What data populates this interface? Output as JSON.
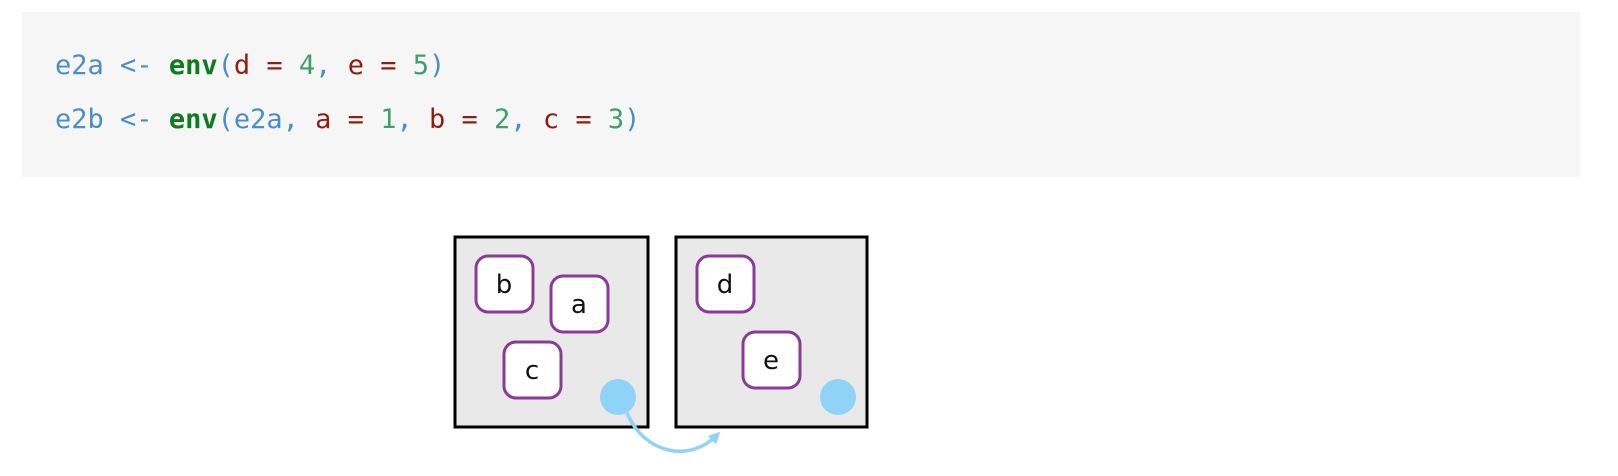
{
  "code": {
    "lines": [
      [
        {
          "t": "e2a",
          "k": "var"
        },
        {
          "t": " <- ",
          "k": "op"
        },
        {
          "t": "env",
          "k": "fn"
        },
        {
          "t": "(",
          "k": "punc"
        },
        {
          "t": "d",
          "k": "arg"
        },
        {
          "t": " = ",
          "k": "arg"
        },
        {
          "t": "4",
          "k": "num"
        },
        {
          "t": ", ",
          "k": "punc"
        },
        {
          "t": "e",
          "k": "arg"
        },
        {
          "t": " = ",
          "k": "arg"
        },
        {
          "t": "5",
          "k": "num"
        },
        {
          "t": ")",
          "k": "punc"
        }
      ],
      [
        {
          "t": "e2b",
          "k": "var"
        },
        {
          "t": " <- ",
          "k": "op"
        },
        {
          "t": "env",
          "k": "fn"
        },
        {
          "t": "(",
          "k": "punc"
        },
        {
          "t": "e2a",
          "k": "var"
        },
        {
          "t": ", ",
          "k": "punc"
        },
        {
          "t": "a",
          "k": "arg"
        },
        {
          "t": " = ",
          "k": "arg"
        },
        {
          "t": "1",
          "k": "num"
        },
        {
          "t": ", ",
          "k": "punc"
        },
        {
          "t": "b",
          "k": "arg"
        },
        {
          "t": " = ",
          "k": "arg"
        },
        {
          "t": "2",
          "k": "num"
        },
        {
          "t": ", ",
          "k": "punc"
        },
        {
          "t": "c",
          "k": "arg"
        },
        {
          "t": " = ",
          "k": "arg"
        },
        {
          "t": "3",
          "k": "num"
        },
        {
          "t": ")",
          "k": "punc"
        }
      ]
    ]
  },
  "diagram": {
    "environments": [
      {
        "id": "e2b",
        "bindings": [
          "b",
          "a",
          "c"
        ]
      },
      {
        "id": "e2a",
        "bindings": [
          "d",
          "e"
        ]
      }
    ],
    "colors": {
      "env_fill": "#e9e9e9",
      "env_stroke": "#000000",
      "binding_stroke": "#8a3b96",
      "binding_fill": "#ffffff",
      "parent_pointer": "#8fd3f7"
    }
  }
}
